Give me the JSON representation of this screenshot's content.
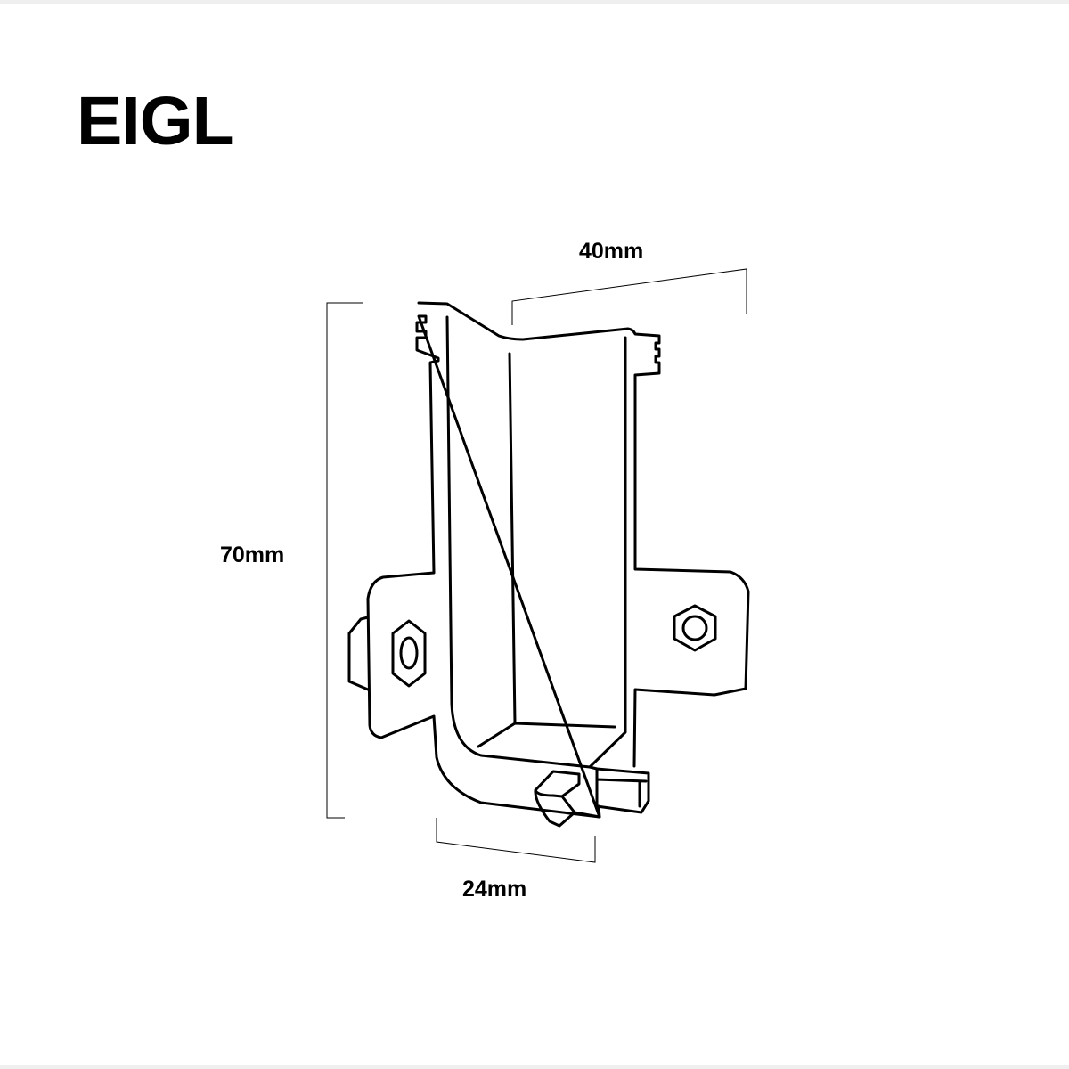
{
  "title": "EIGL",
  "dimensions": {
    "width_top": "40mm",
    "height": "70mm",
    "width_bottom": "24mm"
  },
  "colors": {
    "line": "#000000",
    "background": "#ffffff",
    "border_band": "#efefef"
  }
}
